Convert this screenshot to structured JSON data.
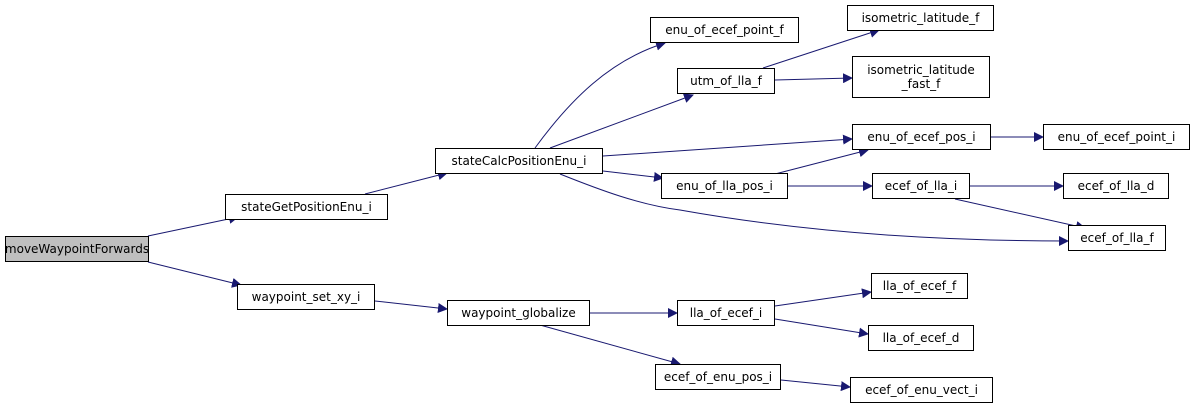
{
  "graph": {
    "edge_color": "#191970",
    "root_fill": "#bfbfbf",
    "nodes": {
      "moveWaypointForwards": "moveWaypointForwards",
      "stateGetPositionEnu_i": "stateGetPositionEnu_i",
      "waypoint_set_xy_i": "waypoint_set_xy_i",
      "stateCalcPositionEnu_i": "stateCalcPositionEnu_i",
      "waypoint_globalize": "waypoint_globalize",
      "enu_of_ecef_point_f": "enu_of_ecef_point_f",
      "utm_of_lla_f": "utm_of_lla_f",
      "enu_of_ecef_pos_i": "enu_of_ecef_pos_i",
      "enu_of_lla_pos_i": "enu_of_lla_pos_i",
      "ecef_of_lla_f": "ecef_of_lla_f",
      "lla_of_ecef_i": "lla_of_ecef_i",
      "ecef_of_enu_pos_i": "ecef_of_enu_pos_i",
      "isometric_latitude_f": "isometric_latitude_f",
      "isometric_latitude_fast_f": "isometric_latitude\n_fast_f",
      "enu_of_ecef_point_i": "enu_of_ecef_point_i",
      "ecef_of_lla_i": "ecef_of_lla_i",
      "ecef_of_lla_d": "ecef_of_lla_d",
      "lla_of_ecef_f": "lla_of_ecef_f",
      "lla_of_ecef_d": "lla_of_ecef_d",
      "ecef_of_enu_vect_i": "ecef_of_enu_vect_i"
    }
  }
}
